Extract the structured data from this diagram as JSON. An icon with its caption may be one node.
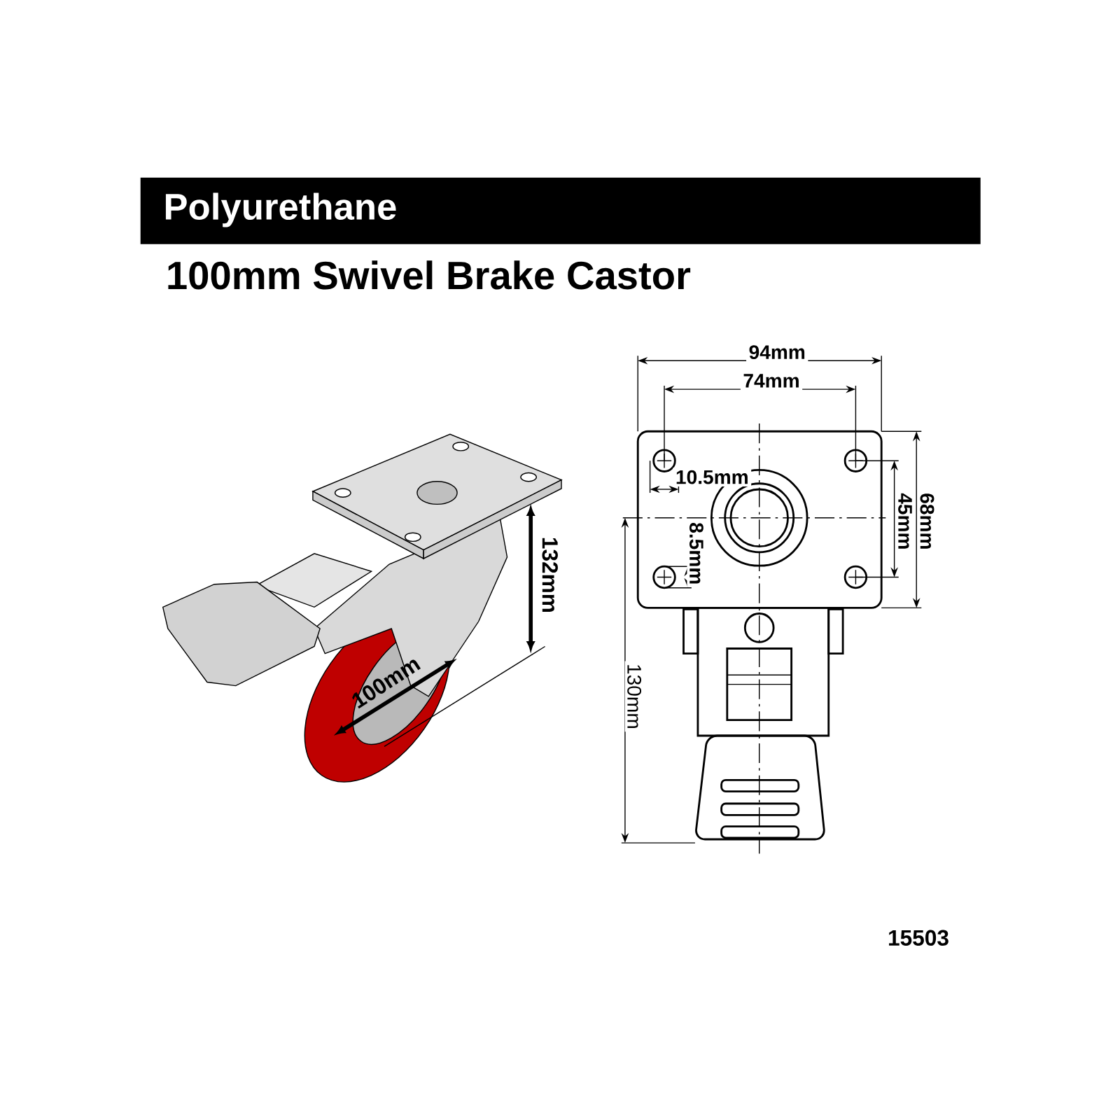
{
  "diagram": {
    "title": "Polyurethane",
    "labels": [
      "100mm Swivel Brake Castor",
      "132mm",
      "100mm",
      "94mm",
      "74mm",
      "10.5mm",
      "8.5mm",
      "45mm",
      "68mm",
      "130mm",
      "15503"
    ]
  }
}
